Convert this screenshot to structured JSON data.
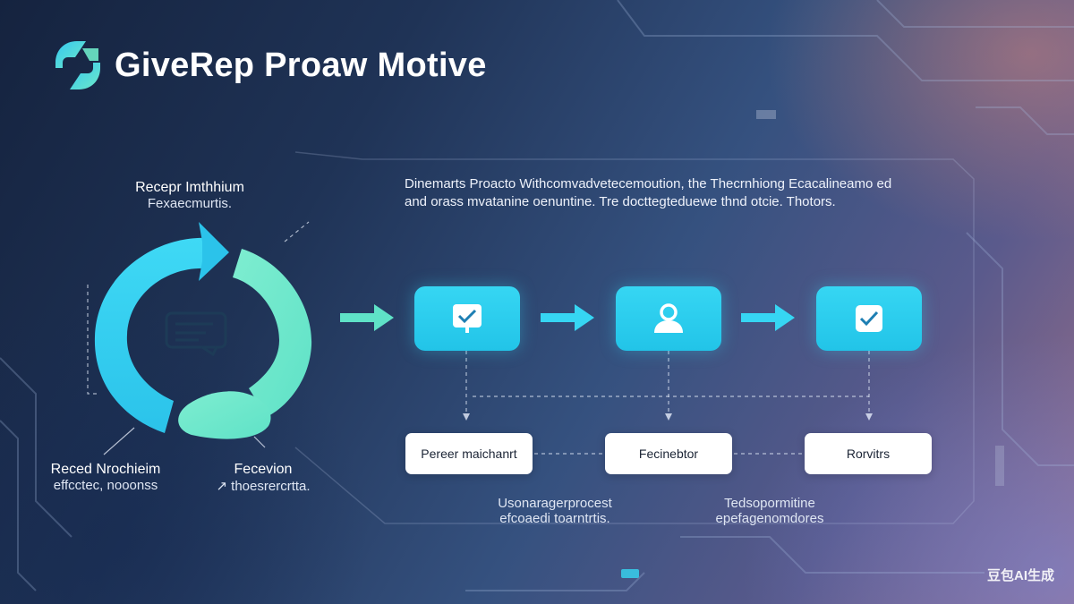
{
  "brand": {
    "title": "GiveRep Proaw Motive"
  },
  "cycle": {
    "top_label": {
      "line1": "Recepr Imthhium",
      "line2": "Fexaecmurtis."
    },
    "left_label": {
      "line1": "Reced Nrochieim",
      "line2": "effcctec, nooonss"
    },
    "right_label": {
      "line1": "Fecevion",
      "line2": "↗ thoesrercrtta."
    }
  },
  "description": {
    "line1": "Dinemarts Proacto Withcomvadvetecemoution, the Thecrnhiong Ecacalineamo ed",
    "line2": "and orass mvatanine oenuntine. Tre docttegteduewe thnd otcie. Thotors."
  },
  "steps": [
    {
      "icon": "monitor-check-icon"
    },
    {
      "icon": "user-icon"
    },
    {
      "icon": "checkbox-icon"
    }
  ],
  "outputs": [
    {
      "label": "Pereer maichanrt"
    },
    {
      "label": "Fecinebtor"
    },
    {
      "label": "Rorvitrs"
    }
  ],
  "notes": [
    {
      "line1": "Usonaragerprocest",
      "line2": "efcoaedi toarntrtis."
    },
    {
      "line1": "Tedsopormitine",
      "line2": "epefagenomdores"
    }
  ],
  "watermark": "豆包AI生成",
  "colors": {
    "accent": "#36d6f3",
    "accent_green": "#6ee8c8",
    "box_bg": "#ffffff"
  }
}
